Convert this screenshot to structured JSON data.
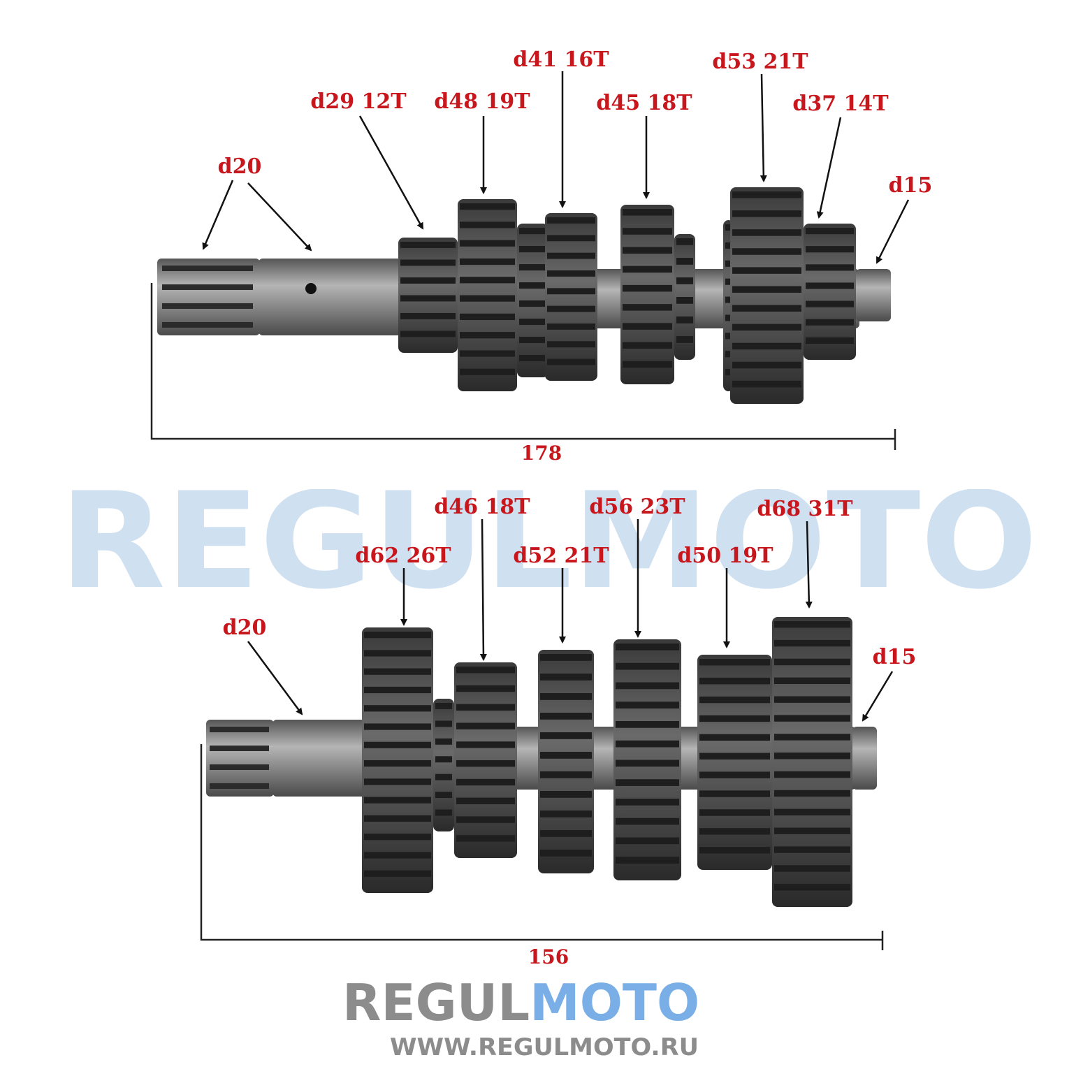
{
  "watermark": "REGULMOTO",
  "logo": {
    "part1": "REGUL",
    "part2": "MOTO",
    "url": "WWW.REGULMOTO.RU",
    "color_gray": "#8c8c8c",
    "color_blue": "#79aee6"
  },
  "label_color": "#c8161d",
  "top_shaft": {
    "labels": [
      "d20",
      "d29 12T",
      "d48 19T",
      "d41 16T",
      "d45 18T",
      "d53 21T",
      "d37 14T",
      "d15"
    ],
    "length": "178"
  },
  "bottom_shaft": {
    "labels": [
      "d20",
      "d62 26T",
      "d46 18T",
      "d52 21T",
      "d56 23T",
      "d50 19T",
      "d68 31T",
      "d15"
    ],
    "length": "156"
  }
}
